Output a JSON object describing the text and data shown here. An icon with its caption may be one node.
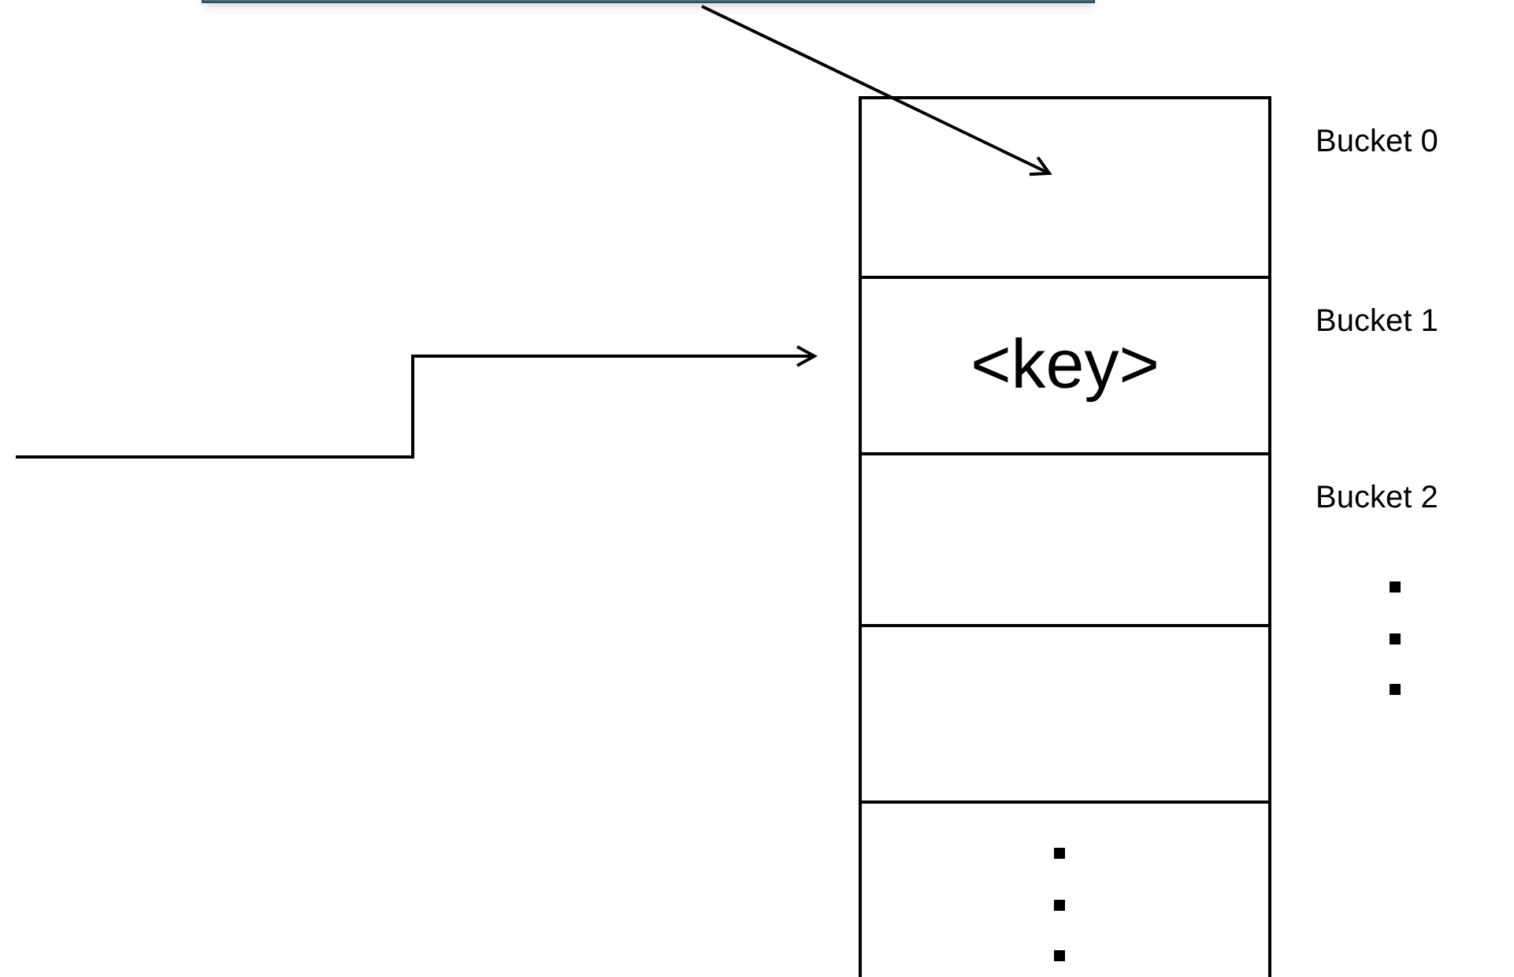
{
  "diagram": {
    "nodes": [
      {
        "text": [],
        "shape": "box"
      },
      {
        "text": [],
        "shape": "box",
        "beside": [
          "Bucket 0"
        ]
      },
      {
        "text": [
          "<key>"
        ],
        "beside": [
          "Bucket 1"
        ]
      },
      {
        "text": [],
        "shape": "box",
        "beside": [
          "Bucket 2"
        ]
      },
      {
        "text": [],
        "shape": "box"
      },
      {
        "text": [],
        "shape": "box"
      }
    ],
    "edges": [
      {
        "from": 0,
        "to": 1,
        "arrow": "to"
      },
      {
        "from": null,
        "to": 2,
        "arrow": "to"
      }
    ]
  }
}
